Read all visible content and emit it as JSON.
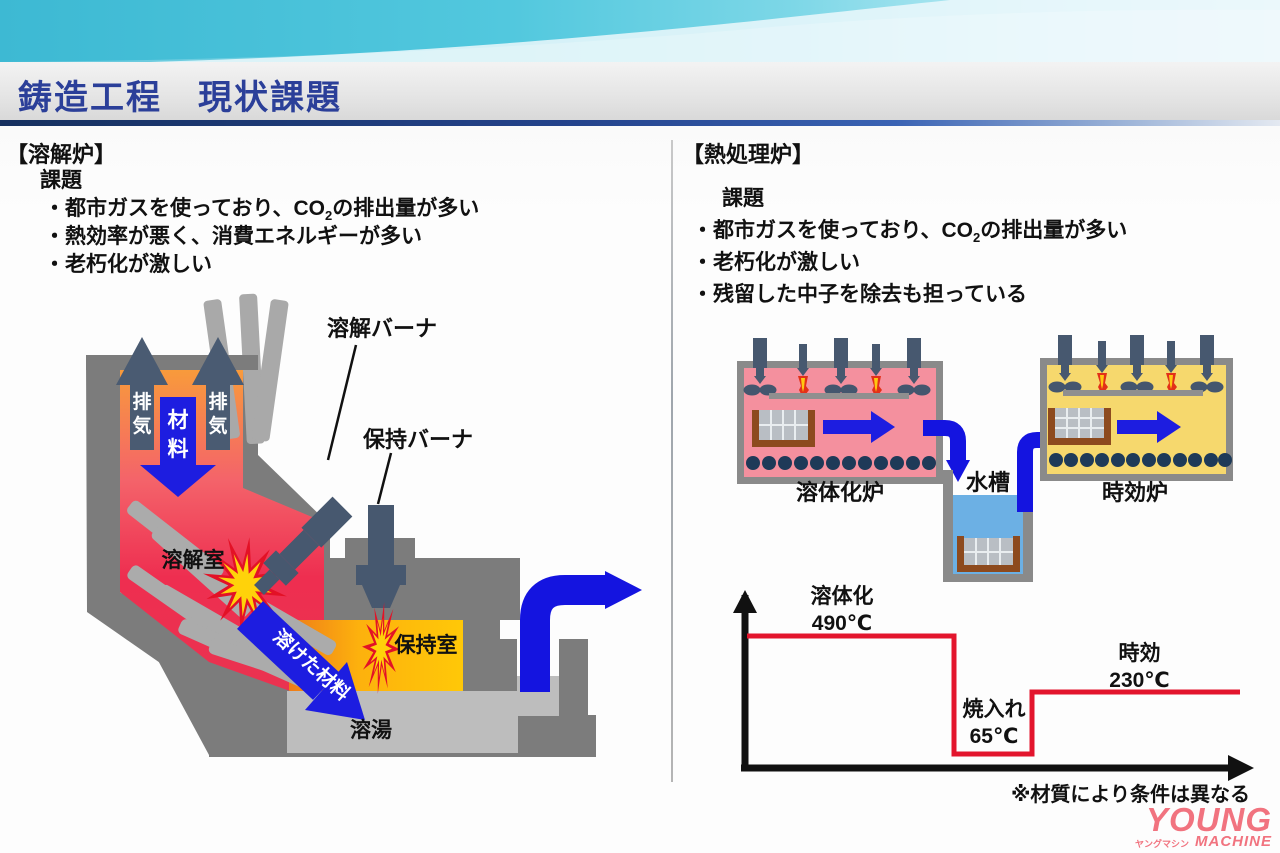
{
  "header": {
    "title": "鋳造工程　現状課題"
  },
  "left": {
    "heading": "【溶解炉】",
    "issues_title": "課題",
    "issues": [
      {
        "pre": "・都市ガスを使っており、CO",
        "sub": "2",
        "post": "の排出量が多い"
      },
      {
        "pre": "・熱効率が悪く、消費エネルギーが多い",
        "sub": "",
        "post": ""
      },
      {
        "pre": "・老朽化が激しい",
        "sub": "",
        "post": ""
      }
    ],
    "diagram": {
      "exhaust": "排気",
      "material": "材料",
      "melt_burner_label": "溶解バーナ",
      "hold_burner_label": "保持バーナ",
      "melt_chamber": "溶解室",
      "melted_material": "溶けた材料",
      "hold_chamber": "保持室",
      "molten_metal": "溶湯"
    }
  },
  "right": {
    "heading": "【熱処理炉】",
    "issues_title": "課題",
    "issues": [
      {
        "pre": "・都市ガスを使っており、CO",
        "sub": "2",
        "post": "の排出量が多い"
      },
      {
        "pre": "・老朽化が激しい",
        "sub": "",
        "post": ""
      },
      {
        "pre": "・残留した中子を除去も担っている",
        "sub": "",
        "post": ""
      }
    ],
    "flow": {
      "solution_furnace": "溶体化炉",
      "water_tank": "水槽",
      "aging_furnace": "時効炉"
    },
    "profile": {
      "solution_stage": "溶体化",
      "solution_temp": "490℃",
      "quench_stage": "焼入れ",
      "quench_temp": "65℃",
      "aging_stage": "時効",
      "aging_temp": "230℃",
      "note": "※材質により条件は異なる"
    }
  },
  "watermark": {
    "top": "YOUNG",
    "kana": "ヤングマシン",
    "bottom": "MACHINE"
  },
  "chart_data": {
    "type": "line",
    "stages": [
      "溶体化",
      "焼入れ",
      "時効"
    ],
    "temps_c": [
      490,
      65,
      230
    ],
    "note": "※材質により条件は異なる"
  }
}
